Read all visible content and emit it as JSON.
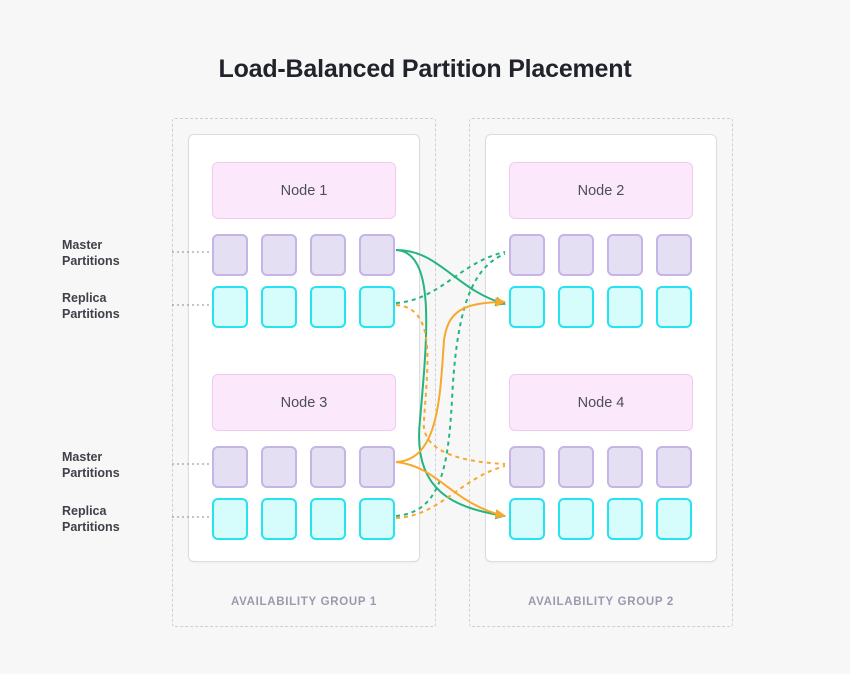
{
  "page": {
    "title": "Load-Balanced Partition Placement",
    "background_color": "#f7f7f8"
  },
  "colors": {
    "title_text": "#20232a",
    "node_fill": "#fbe9fb",
    "node_border": "#f4c8ee",
    "master_fill": "#e4dff3",
    "master_border": "#c5b4e6",
    "replica_fill": "#d6fdfb",
    "replica_border": "#25e3f0",
    "group_border": "#cfcfd4",
    "group_label_text": "#9a9aad",
    "panel_border": "#dcdce1",
    "link_green": "#24b47e",
    "link_orange": "#f7a92b",
    "leader_line": "#8a8a96"
  },
  "legend_labels": [
    {
      "id": "master-top",
      "line1": "Master",
      "line2": "Partitions"
    },
    {
      "id": "replica-top",
      "line1": "Replica",
      "line2": "Partitions"
    },
    {
      "id": "master-bottom",
      "line1": "Master",
      "line2": "Partitions"
    },
    {
      "id": "replica-bottom",
      "line1": "Replica",
      "line2": "Partitions"
    }
  ],
  "groups": [
    {
      "id": "availability-group-1",
      "label": "AVAILABILITY GROUP 1",
      "nodes": [
        {
          "id": "node-1",
          "label": "Node 1",
          "master_partitions": [
            "m1",
            "m2",
            "m3",
            "m4"
          ],
          "replica_partitions": [
            "r1",
            "r2",
            "r3",
            "r4"
          ]
        },
        {
          "id": "node-3",
          "label": "Node 3",
          "master_partitions": [
            "m1",
            "m2",
            "m3",
            "m4"
          ],
          "replica_partitions": [
            "r1",
            "r2",
            "r3",
            "r4"
          ]
        }
      ]
    },
    {
      "id": "availability-group-2",
      "label": "AVAILABILITY GROUP 2",
      "nodes": [
        {
          "id": "node-2",
          "label": "Node 2",
          "master_partitions": [
            "m1",
            "m2",
            "m3",
            "m4"
          ],
          "replica_partitions": [
            "r1",
            "r2",
            "r3",
            "r4"
          ]
        },
        {
          "id": "node-4",
          "label": "Node 4",
          "master_partitions": [
            "m1",
            "m2",
            "m3",
            "m4"
          ],
          "replica_partitions": [
            "r1",
            "r2",
            "r3",
            "r4"
          ]
        }
      ]
    }
  ],
  "links": [
    {
      "id": "link-n1-master-to-n2-replica",
      "style": "solid",
      "color": "#24b47e",
      "from": "node-1 master",
      "to": "node-2 replica",
      "arrow": true
    },
    {
      "id": "link-n1-master-to-n4-replica",
      "style": "solid",
      "color": "#24b47e",
      "from": "node-1 master",
      "to": "node-4 replica",
      "arrow": true
    },
    {
      "id": "link-n1-replica-to-n2-master",
      "style": "dashed",
      "color": "#24b47e",
      "from": "node-1 replica",
      "to": "node-2 master",
      "arrow": false
    },
    {
      "id": "link-n3-replica-to-n2-master",
      "style": "dashed",
      "color": "#24b47e",
      "from": "node-3 replica",
      "to": "node-2 master",
      "arrow": false
    },
    {
      "id": "link-n3-master-to-n2-replica",
      "style": "solid",
      "color": "#f7a92b",
      "from": "node-3 master",
      "to": "node-2 replica",
      "arrow": true
    },
    {
      "id": "link-n3-master-to-n4-replica",
      "style": "solid",
      "color": "#f7a92b",
      "from": "node-3 master",
      "to": "node-4 replica",
      "arrow": true
    },
    {
      "id": "link-n1-replica-to-n4-master",
      "style": "dashed",
      "color": "#f7a92b",
      "from": "node-1 replica",
      "to": "node-4 master",
      "arrow": false
    },
    {
      "id": "link-n3-replica-to-n4-master",
      "style": "dashed",
      "color": "#f7a92b",
      "from": "node-3 replica",
      "to": "node-4 master",
      "arrow": false
    }
  ]
}
